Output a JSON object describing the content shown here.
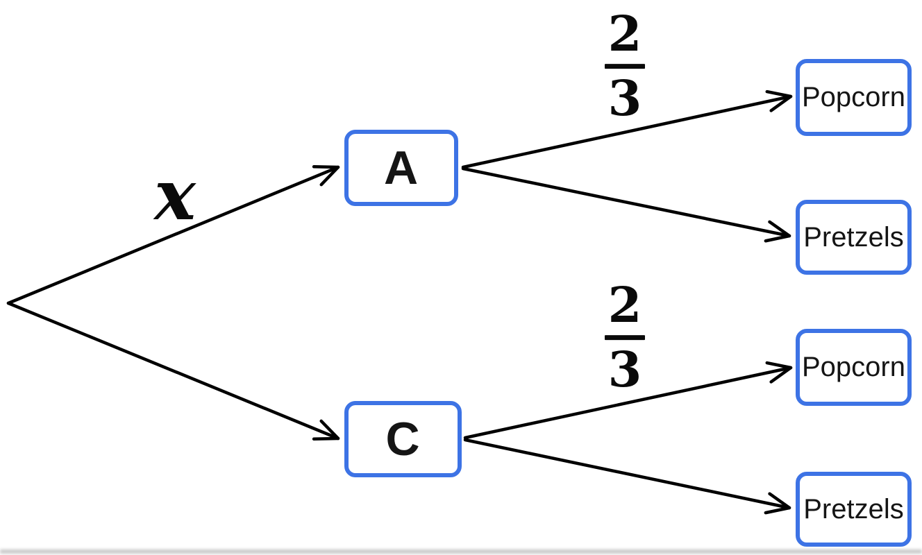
{
  "diagram": {
    "type": "probability-tree",
    "colors": {
      "node_border_blue": "#3d73e5",
      "line_black": "#000000",
      "background": "#ffffff"
    },
    "root_branches": {
      "to_a_label": "x"
    },
    "level1_nodes": [
      {
        "label": "A"
      },
      {
        "label": "C"
      }
    ],
    "level2_nodes": [
      {
        "parent": "A",
        "label": "Popcorn",
        "probability": {
          "numerator": "2",
          "denominator": "3"
        }
      },
      {
        "parent": "A",
        "label": "Pretzels"
      },
      {
        "parent": "C",
        "label": "Popcorn",
        "probability": {
          "numerator": "2",
          "denominator": "3"
        }
      },
      {
        "parent": "C",
        "label": "Pretzels"
      }
    ]
  }
}
